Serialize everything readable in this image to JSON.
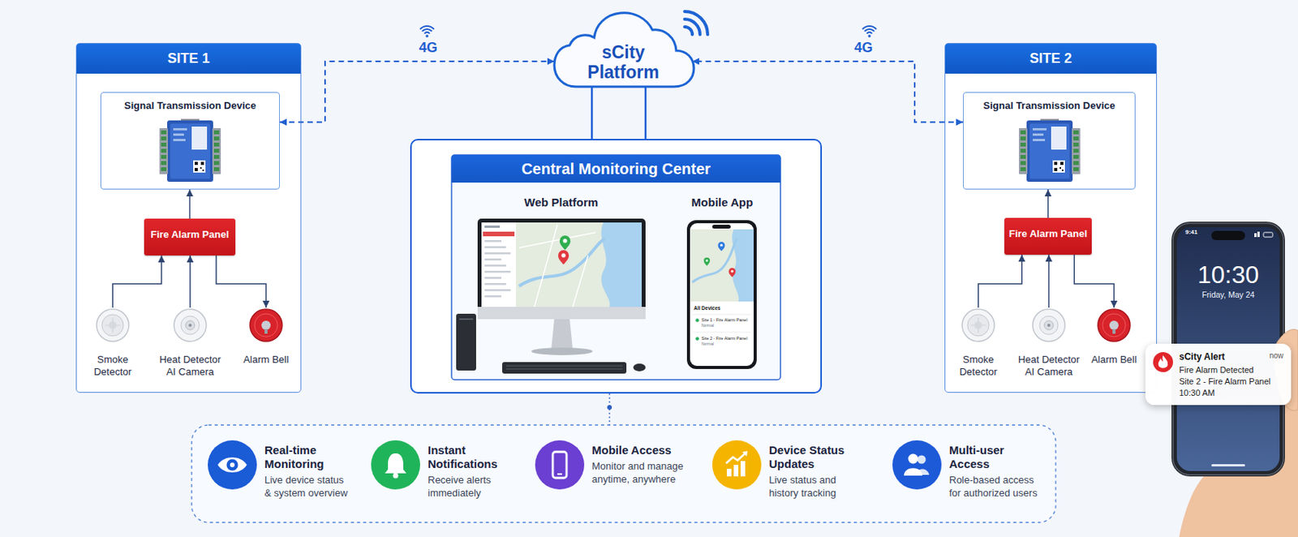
{
  "diagram": {
    "nodes": [
      {
        "text": [
          "SITE 1"
        ]
      },
      {
        "text": [
          "Signal Transmission Device"
        ],
        "in": 0
      },
      {
        "text": [
          "Fire Alarm Panel"
        ],
        "in": 0
      },
      {
        "text": [
          "Smoke Detector"
        ],
        "in": 0
      },
      {
        "text": [
          "Heat Detector AI Camera"
        ],
        "in": 0
      },
      {
        "text": [
          "Alarm Bell"
        ],
        "in": 0
      },
      {
        "text": [
          "sCity Platform"
        ]
      },
      {
        "text": [
          "Central Monitoring Center"
        ]
      },
      {
        "text": [
          "SITE 2"
        ]
      },
      {
        "text": [
          "Signal Transmission Device"
        ],
        "in": 8
      },
      {
        "text": [
          "Fire Alarm Panel"
        ],
        "in": 8
      },
      {
        "text": [
          "Smoke Detector"
        ],
        "in": 8
      },
      {
        "text": [
          "Heat Detector AI Camera"
        ],
        "in": 8
      },
      {
        "text": [
          "Alarm Bell"
        ],
        "in": 8
      },
      {
        "text": [
          "9:41",
          "10:30",
          "Friday, May 24"
        ]
      },
      {
        "text": [
          "sCity Alert",
          "now",
          "Fire Alarm Detected",
          "Site 2 - Fire Alarm Panel",
          "10:30 AM"
        ]
      },
      {
        "text": [
          "Real-time Monitoring",
          "Live device status & system overview"
        ]
      },
      {
        "text": [
          "Instant Notifications",
          "Receive alerts immediately"
        ]
      },
      {
        "text": [
          "Mobile Access",
          "Monitor and manage anytime, anywhere"
        ]
      },
      {
        "text": [
          "Device Status Updates",
          "Live status and history tracking"
        ]
      },
      {
        "text": [
          "Multi-user Access",
          "Role-based access for authorized users"
        ]
      }
    ],
    "edges": [
      {
        "from": 3,
        "to": 2,
        "arrow": "to"
      },
      {
        "from": 4,
        "to": 2,
        "arrow": "to"
      },
      {
        "from": 2,
        "to": 5,
        "arrow": "to"
      },
      {
        "from": 2,
        "to": 1,
        "arrow": "to"
      },
      {
        "from": 1,
        "to": 6,
        "label": "4G",
        "arrow": "both"
      },
      {
        "from": 11,
        "to": 10,
        "arrow": "to"
      },
      {
        "from": 12,
        "to": 10,
        "arrow": "to"
      },
      {
        "from": 10,
        "to": 13,
        "arrow": "to"
      },
      {
        "from": 10,
        "to": 9,
        "arrow": "to"
      },
      {
        "from": 9,
        "to": 6,
        "label": "4G",
        "arrow": "both"
      },
      {
        "from": 6,
        "to": 7,
        "arrow": "none"
      },
      {
        "from": 6,
        "to": 7,
        "arrow": "none"
      }
    ],
    "labels": [
      "Web Platform",
      "Mobile App",
      "All Devices",
      "Site 1 - Fire Alarm Panel",
      "Normal",
      "Site 2 - Fire Alarm Panel",
      "Normal"
    ]
  }
}
